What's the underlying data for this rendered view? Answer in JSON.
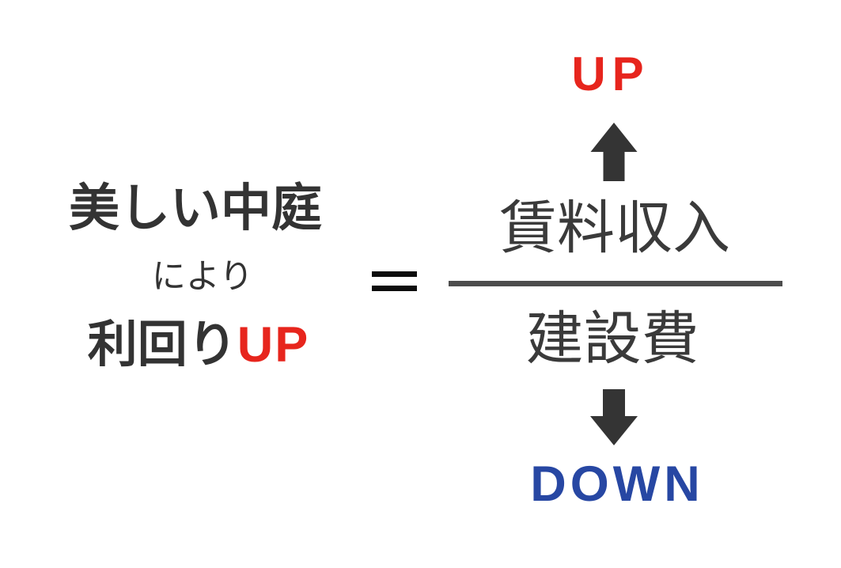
{
  "colors": {
    "background": "#ffffff",
    "text_dark": "#333333",
    "text_gray": "#3a3a3a",
    "accent_red": "#e7251d",
    "accent_blue": "#2747a3",
    "arrow_gray": "#343434",
    "line_gray": "#4d4d4d",
    "equals_black": "#0d0d0d"
  },
  "left_block": {
    "headline": "美しい中庭",
    "connector": "により",
    "result_text": "利回り",
    "result_up": "UP"
  },
  "equals": {
    "symbol": "="
  },
  "fraction": {
    "numerator_trend": "UP",
    "numerator": "賃料収入",
    "denominator": "建設費",
    "denominator_trend": "DOWN"
  },
  "icons": {
    "up_arrow": "up-arrow-icon",
    "down_arrow": "down-arrow-icon"
  }
}
